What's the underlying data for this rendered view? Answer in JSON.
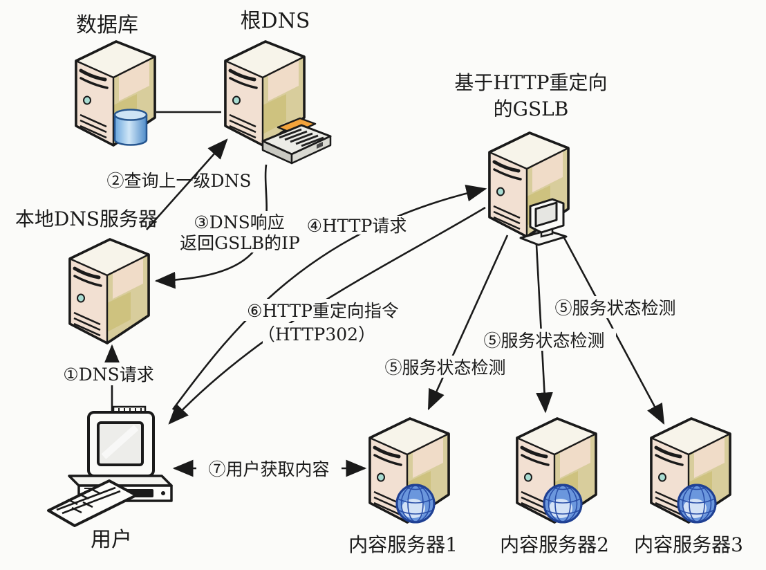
{
  "nodes": {
    "database": {
      "label": "数据库"
    },
    "root_dns": {
      "label": "根DNS"
    },
    "gslb": {
      "label_line1": "基于HTTP重定向",
      "label_line2": "的GSLB"
    },
    "local_dns": {
      "label": "本地DNS服务器"
    },
    "user": {
      "label": "用户"
    },
    "content_server_1": {
      "label": "内容服务器1"
    },
    "content_server_2": {
      "label": "内容服务器2"
    },
    "content_server_3": {
      "label": "内容服务器3"
    }
  },
  "arrows": {
    "step1": {
      "label": "①DNS请求"
    },
    "step2": {
      "label": "②查询上一级DNS"
    },
    "step3": {
      "label_line1": "③DNS响应",
      "label_line2": "返回GSLB的IP"
    },
    "step4": {
      "label": "④HTTP请求"
    },
    "step5_left": {
      "label": "⑤服务状态检测"
    },
    "step5_middle": {
      "label": "⑤服务状态检测"
    },
    "step5_right": {
      "label": "⑤服务状态检测"
    },
    "step6": {
      "label_line1": "⑥HTTP重定向指令",
      "label_line2": "（HTTP302）"
    },
    "step7": {
      "label": "⑦用户获取内容"
    }
  },
  "icons": {
    "database_node": "server-tower + database-cylinder",
    "root_dns_node": "server-tower + keyboard-tray",
    "gslb_node": "server-tower + mini-computer",
    "local_dns_node": "server-tower",
    "user_node": "desktop-computer + keyboard",
    "content_server_node": "server-tower + globe"
  },
  "colors": {
    "background": "#fbfbf9",
    "outline": "#1a1a1a",
    "server_top": "#f7f4ea",
    "server_front": "#f2e0d2",
    "server_side": "#d8cd9c",
    "server_side_dark": "#cec27f",
    "button_teal": "#a8dcd2",
    "globe_blue": "#6b97dd",
    "globe_edge": "#1f4093",
    "cylinder_blue": "#5593d2",
    "paper_orange": "#f3a33b"
  }
}
